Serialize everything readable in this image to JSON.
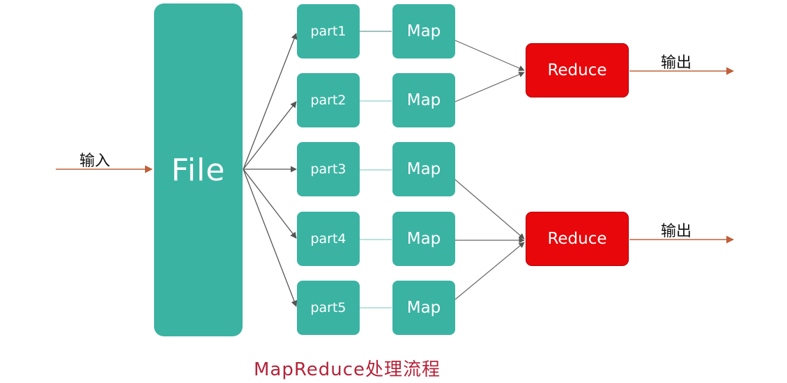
{
  "diagram": {
    "input_label": "输入",
    "file_label": "File",
    "parts": [
      {
        "label": "part1"
      },
      {
        "label": "part2"
      },
      {
        "label": "part3"
      },
      {
        "label": "part4"
      },
      {
        "label": "part5"
      }
    ],
    "maps": [
      {
        "label": "Map"
      },
      {
        "label": "Map"
      },
      {
        "label": "Map"
      },
      {
        "label": "Map"
      },
      {
        "label": "Map"
      }
    ],
    "reducers": [
      {
        "label": "Reduce",
        "output_label": "输出"
      },
      {
        "label": "Reduce",
        "output_label": "输出"
      }
    ],
    "caption": "MapReduce处理流程",
    "colors": {
      "teal": "#3bb3a3",
      "reduce_red": "#e8070b",
      "io_arrow": "#c0603a",
      "connector": "#555555",
      "caption": "#b3243a"
    }
  }
}
